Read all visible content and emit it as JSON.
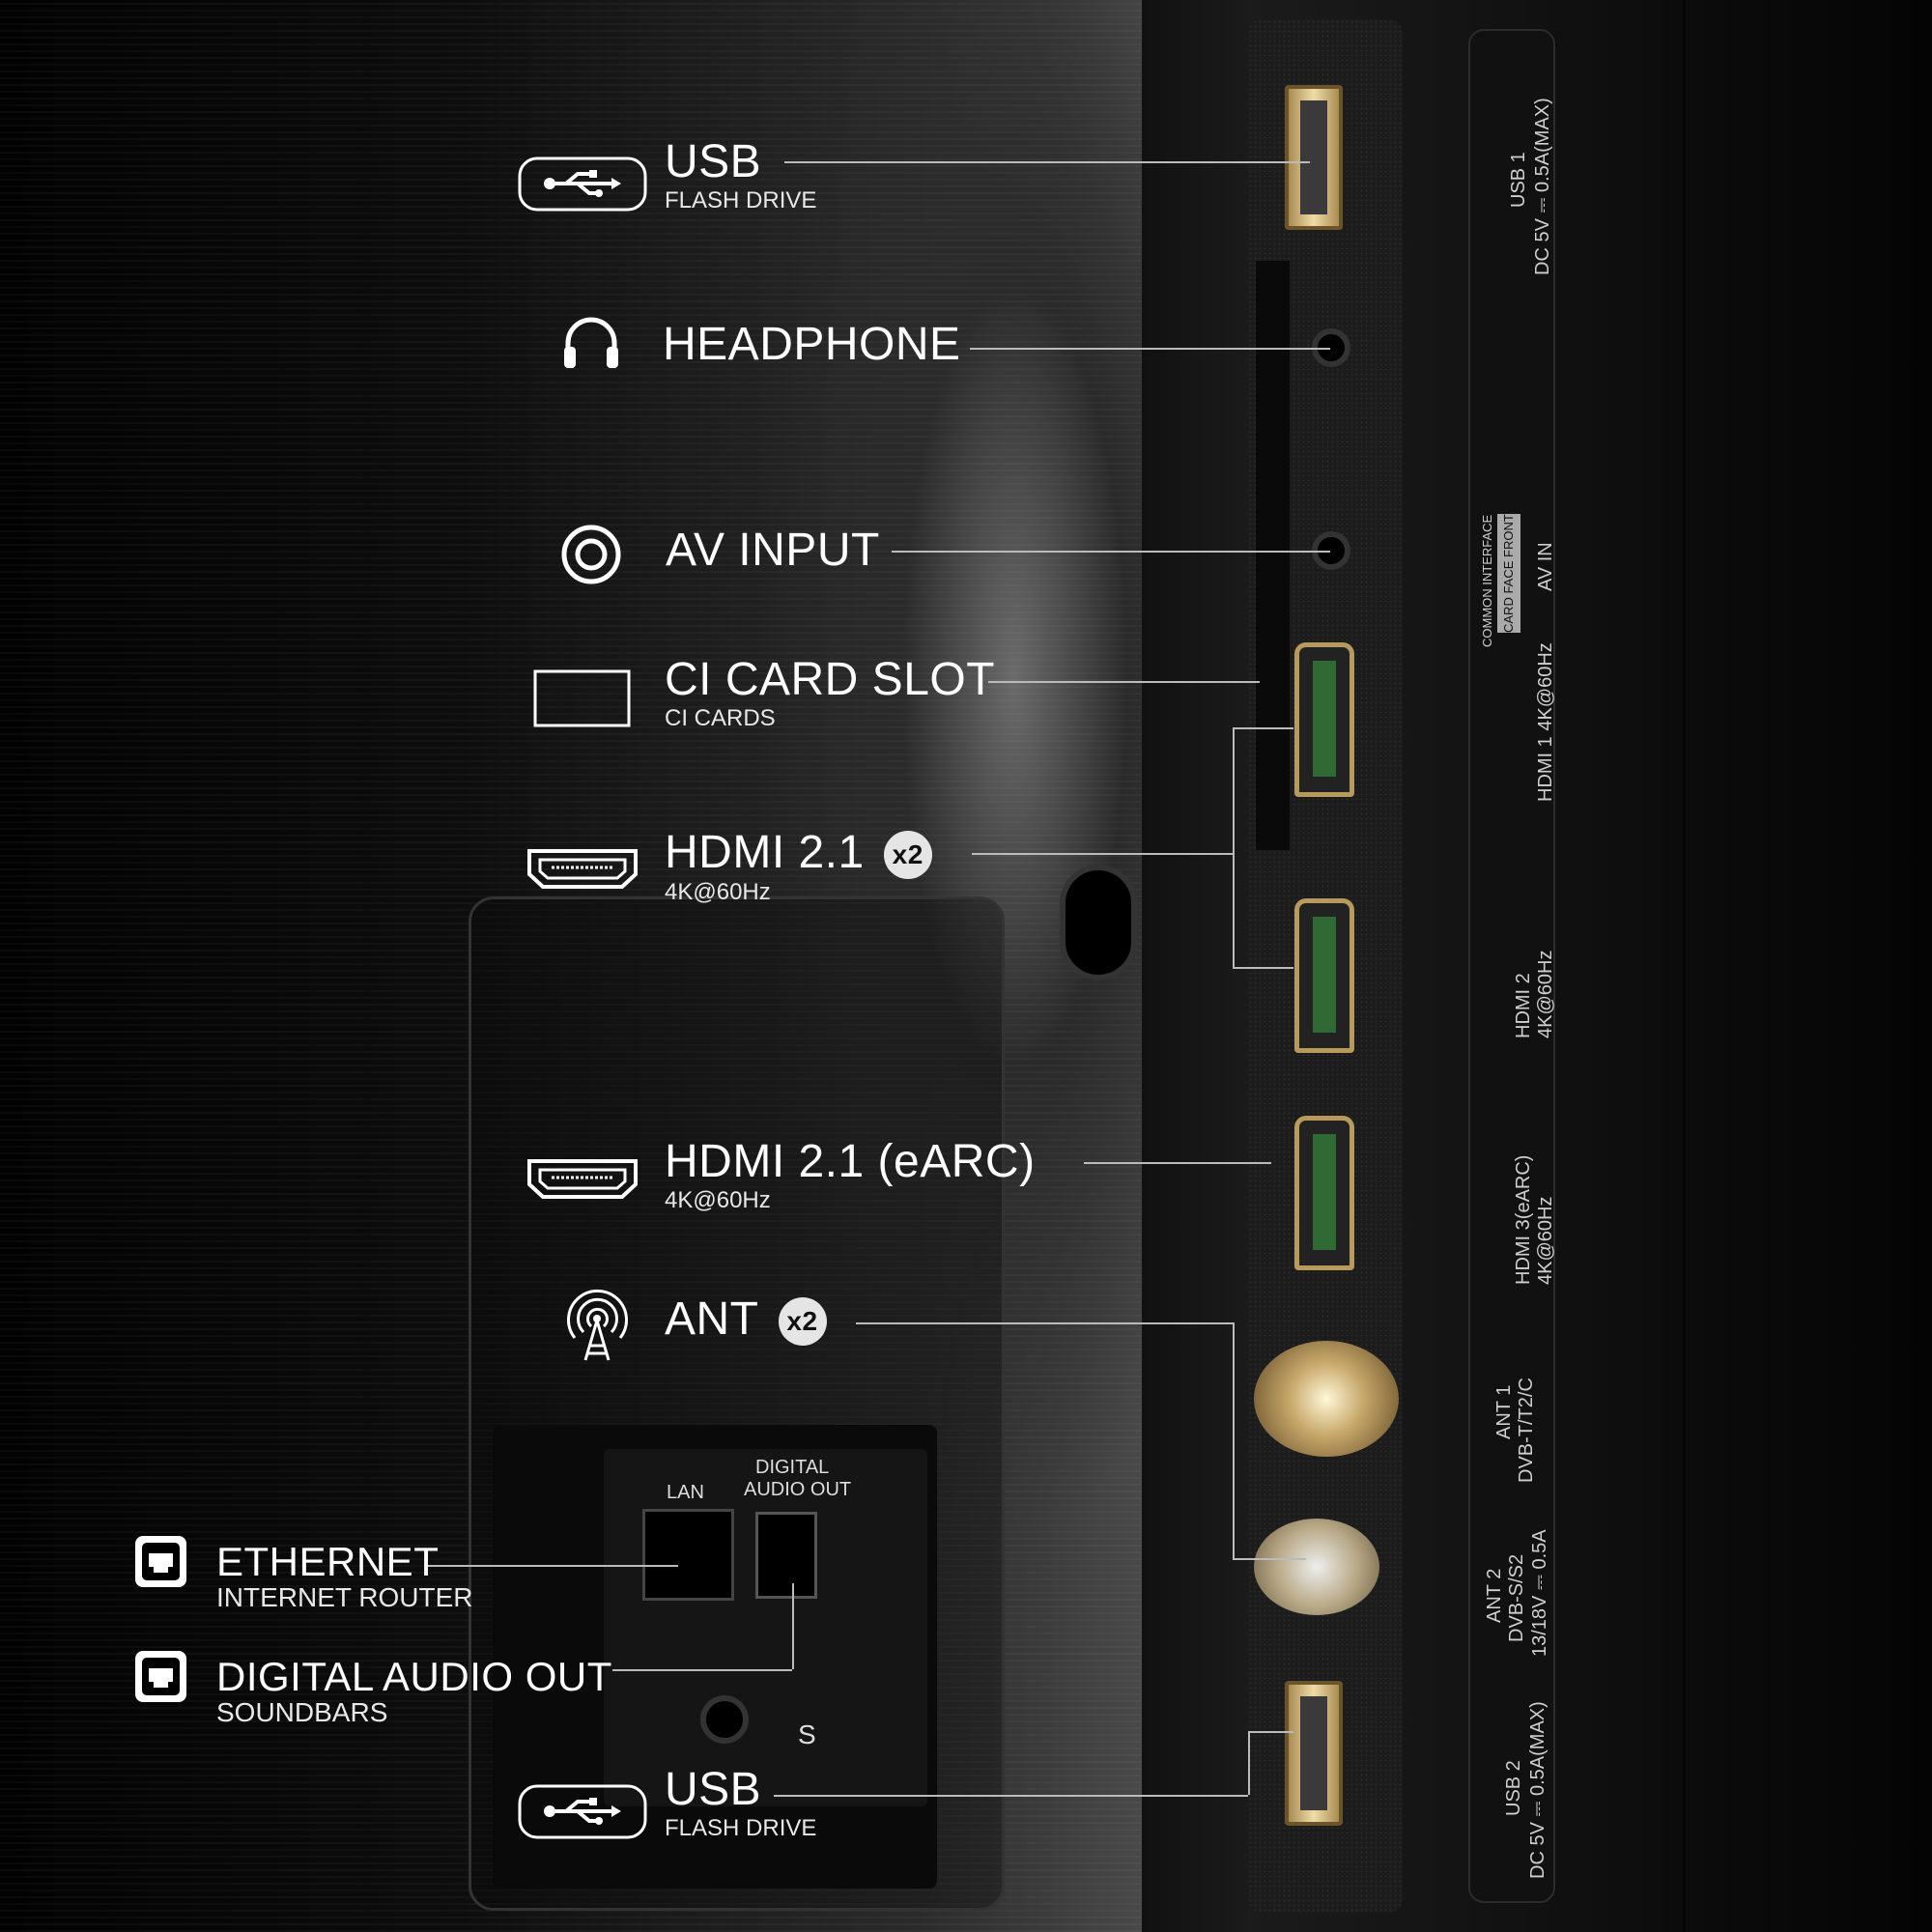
{
  "callouts": [
    {
      "title": "USB",
      "subtitle": "FLASH DRIVE",
      "icon": "usb-icon"
    },
    {
      "title": "HEADPHONE",
      "icon": "headphone-icon"
    },
    {
      "title": "AV INPUT",
      "icon": "av-input-icon"
    },
    {
      "title": "CI CARD SLOT",
      "subtitle": "CI CARDS",
      "icon": "ci-card-icon"
    },
    {
      "title": "HDMI 2.1",
      "subtitle": "4K@60Hz",
      "badge": "x2",
      "icon": "hdmi-icon"
    },
    {
      "title": "HDMI 2.1 (eARC)",
      "subtitle": "4K@60Hz",
      "icon": "hdmi-icon"
    },
    {
      "title": "ANT",
      "badge": "x2",
      "icon": "antenna-icon"
    },
    {
      "title": "ETHERNET",
      "subtitle": "INTERNET ROUTER",
      "icon": "ethernet-icon"
    },
    {
      "title": "DIGITAL AUDIO OUT",
      "subtitle": "SOUNDBARS",
      "icon": "ethernet-icon"
    },
    {
      "title": "USB",
      "subtitle": "FLASH DRIVE",
      "icon": "usb-icon"
    }
  ],
  "bay_labels": {
    "lan": "LAN",
    "digital": "DIGITAL",
    "audio_out": "AUDIO OUT",
    "screw": "S"
  },
  "panel_labels": {
    "usb1": "USB 1",
    "usb1_power": "DC 5V ⎓ 0.5A(MAX)",
    "common_interface": "COMMON INTERFACE",
    "card_face": "CARD FACE FRONT",
    "av_in": "AV IN",
    "hdmi1": "HDMI 1  4K@60Hz",
    "hdmi2": "HDMI 2",
    "hdmi2_spec": "4K@60Hz",
    "hdmi3": "HDMI 3(eARC)",
    "hdmi3_spec": "4K@60Hz",
    "ant1": "ANT 1",
    "ant1_spec": "DVB-T/T2/C",
    "ant2": "ANT 2",
    "ant2_spec": "DVB-S/S2",
    "ant2_power": "13/18V ⎓ 0.5A",
    "usb2": "USB 2",
    "usb2_power": "DC 5V ⎓ 0.5A(MAX)"
  },
  "colors": {
    "background": "#050505",
    "text": "#ffffff",
    "connector_gold": "#c7a76a",
    "pcb_green": "#2f6a34"
  }
}
